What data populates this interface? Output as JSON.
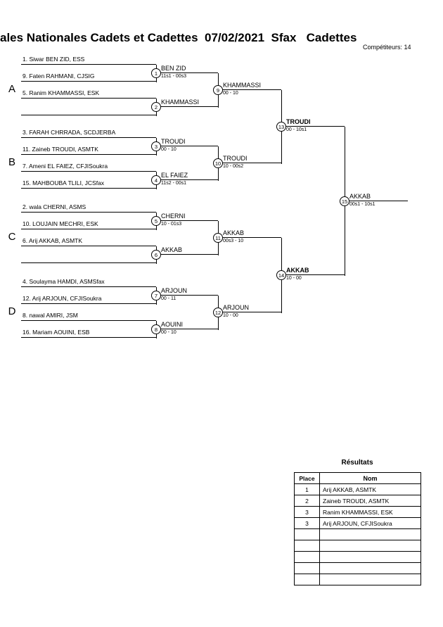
{
  "header": {
    "title": "ales Nationales Cadets et Cadettes  07/02/2021  Sfax   Cadettes",
    "competitors": "Compétiteurs: 14"
  },
  "groups": [
    "A",
    "B",
    "C",
    "D"
  ],
  "entries": [
    "1. Siwar BEN ZID, ESS",
    "9. Faten RAHMANI, CJSIG",
    "5. Ranim KHAMMASSI, ESK",
    "",
    "3. FARAH CHRRADA, SCDJERBA",
    "11. Zaineb TROUDI, ASMTK",
    "7. Ameni EL FAIEZ, CFJISoukra",
    "15. MAHBOUBA TLILI, JCSfax",
    "2. wala CHERNI, ASMS",
    "10. LOUJAIN MECHRI, ESK",
    "6. Arij AKKAB, ASMTK",
    "",
    "4. Soulayma HAMDI, ASMSfax",
    "12. Arij ARJOUN, CFJISoukra",
    "8. nawal AMIRI, JSM",
    "16. Mariam AOUINI, ESB"
  ],
  "matches": [
    {
      "num": "1",
      "winner": "BEN ZID",
      "score": "11s1 - 00s3"
    },
    {
      "num": "2",
      "winner": "KHAMMASSI",
      "score": ""
    },
    {
      "num": "3",
      "winner": "TROUDI",
      "score": "00 - 10"
    },
    {
      "num": "4",
      "winner": "EL FAIEZ",
      "score": "11s2 - 00s1"
    },
    {
      "num": "5",
      "winner": "CHERNI",
      "score": "10 - 01s3"
    },
    {
      "num": "6",
      "winner": "AKKAB",
      "score": ""
    },
    {
      "num": "7",
      "winner": "ARJOUN",
      "score": "00 - 11"
    },
    {
      "num": "8",
      "winner": "AOUINI",
      "score": "00 - 10"
    },
    {
      "num": "9",
      "winner": "KHAMMASSI",
      "score": "00 - 10"
    },
    {
      "num": "10",
      "winner": "TROUDI",
      "score": "10 - 00s2"
    },
    {
      "num": "11",
      "winner": "AKKAB",
      "score": "00s3 - 10"
    },
    {
      "num": "12",
      "winner": "ARJOUN",
      "score": "10 - 00"
    },
    {
      "num": "13",
      "winner": "TROUDI",
      "score": "00 - 10s1"
    },
    {
      "num": "14",
      "winner": "AKKAB",
      "score": "10 - 00"
    },
    {
      "num": "15",
      "winner": "AKKAB",
      "score": "00s1 - 10s1"
    }
  ],
  "results": {
    "title": "Résultats",
    "columns": [
      "Place",
      "Nom"
    ],
    "rows": [
      [
        "1",
        "Arij AKKAB, ASMTK"
      ],
      [
        "2",
        "Zaineb TROUDI, ASMTK"
      ],
      [
        "3",
        "Ranim KHAMMASSI, ESK"
      ],
      [
        "3",
        "Arij ARJOUN, CFJISoukra"
      ],
      [
        "",
        ""
      ],
      [
        "",
        ""
      ],
      [
        "",
        ""
      ],
      [
        "",
        ""
      ],
      [
        "",
        ""
      ]
    ]
  }
}
